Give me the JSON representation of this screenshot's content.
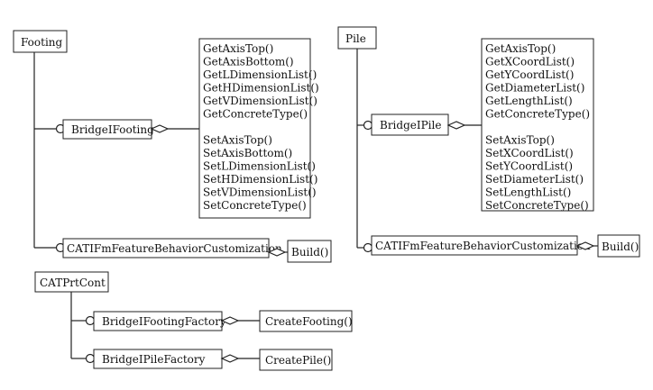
{
  "footing": {
    "component": "Footing",
    "interface": "BridgeIFooting",
    "methods": [
      "GetAxisTop()",
      "GetAxisBottom()",
      "GetLDimensionList()",
      "GetHDimensionList()",
      "GetVDimensionList()",
      "GetConcreteType()",
      "",
      "SetAxisTop()",
      "SetAxisBottom()",
      "SetLDimensionList()",
      "SetHDimensionList()",
      "SetVDimensionList()",
      "SetConcreteType()"
    ],
    "behavior_interface": "CATIFmFeatureBehaviorCustomization",
    "behavior_method": "Build()"
  },
  "pile": {
    "component": "Pile",
    "interface": "BridgeIPile",
    "methods": [
      "GetAxisTop()",
      "GetXCoordList()",
      "GetYCoordList()",
      "GetDiameterList()",
      "GetLengthList()",
      "GetConcreteType()",
      "",
      "SetAxisTop()",
      "SetXCoordList()",
      "SetYCoordList()",
      "SetDiameterList()",
      "SetLengthList()",
      "SetConcreteType()"
    ],
    "behavior_interface": "CATIFmFeatureBehaviorCustomization",
    "behavior_method": "Build()"
  },
  "container": {
    "component": "CATPrtCont",
    "factories": [
      {
        "interface": "BridgeIFootingFactory",
        "method": "CreateFooting()"
      },
      {
        "interface": "BridgeIPileFactory",
        "method": "CreatePile()"
      }
    ]
  }
}
